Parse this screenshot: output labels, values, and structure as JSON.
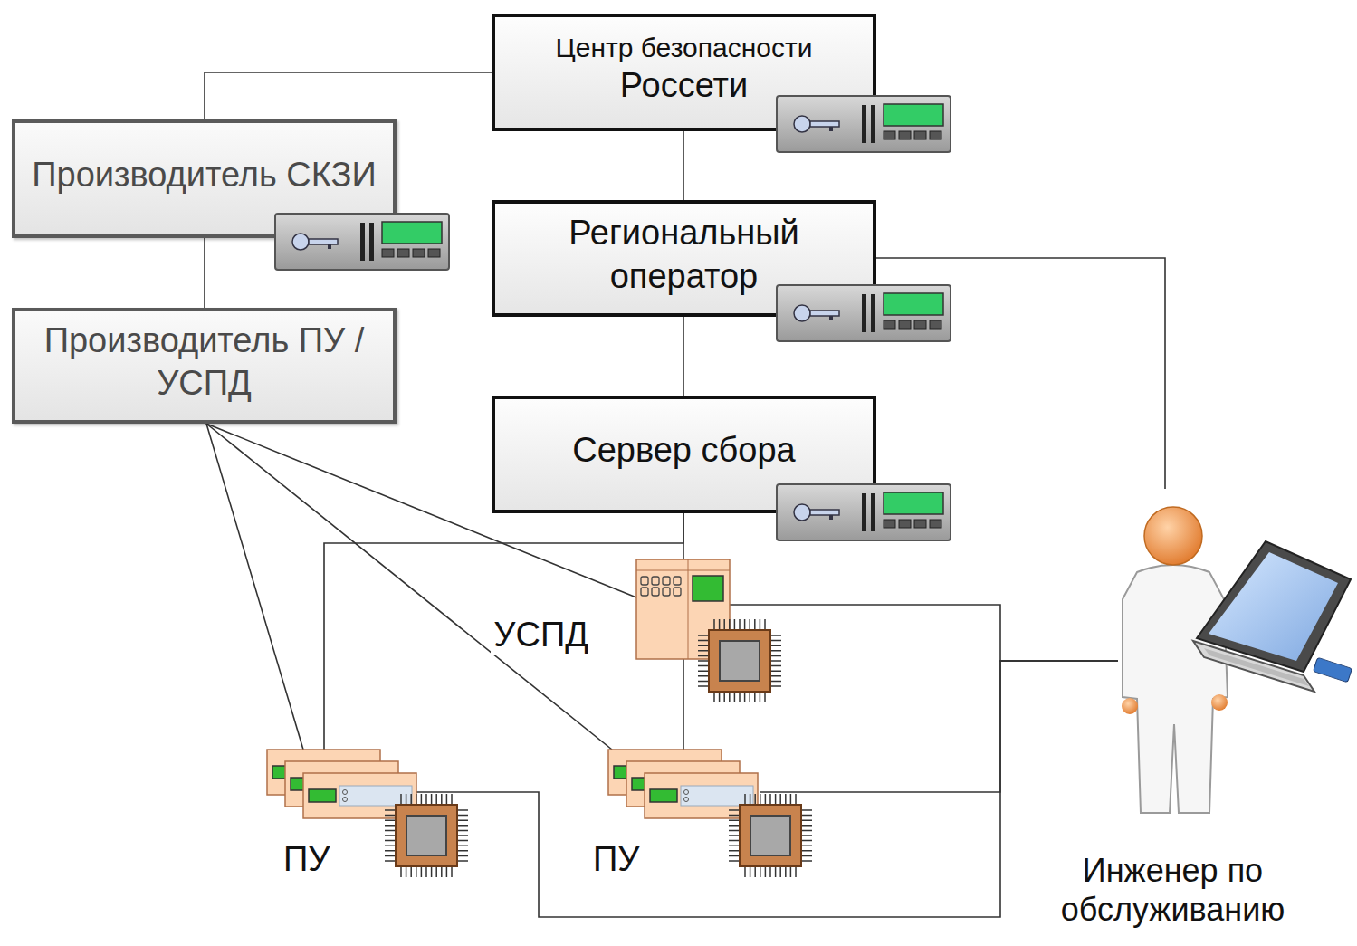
{
  "diagram": {
    "nodes": [
      {
        "text": [
          "Центр безопасности",
          "Россети"
        ]
      },
      {
        "text": [
          "Производитель СКЗИ"
        ]
      },
      {
        "text": [
          "Производитель ПУ / УСПД"
        ]
      },
      {
        "text": [
          "Региональный оператор"
        ]
      },
      {
        "text": [
          "Сервер сбора"
        ]
      },
      {
        "text": [
          "УСПД"
        ]
      },
      {
        "text": [
          "ПУ"
        ]
      },
      {
        "text": [
          "ПУ"
        ]
      },
      {
        "text": [
          "Инженер по обслуживанию"
        ]
      }
    ],
    "edges": [
      {
        "from": 0,
        "to": 1,
        "arrow": "none"
      },
      {
        "from": 0,
        "to": 3,
        "arrow": "none"
      },
      {
        "from": 1,
        "to": 2,
        "arrow": "none"
      },
      {
        "from": 3,
        "to": 4,
        "arrow": "none"
      },
      {
        "from": 3,
        "to": 8,
        "arrow": "none"
      },
      {
        "from": 4,
        "to": 5,
        "arrow": "none"
      },
      {
        "from": 4,
        "to": 6,
        "arrow": "none"
      },
      {
        "from": 5,
        "to": 7,
        "arrow": "none"
      },
      {
        "from": 2,
        "to": 6,
        "arrow": "none"
      },
      {
        "from": 2,
        "to": 7,
        "arrow": "none"
      },
      {
        "from": 2,
        "to": 5,
        "arrow": "none"
      },
      {
        "from": 8,
        "to": 5,
        "arrow": "none"
      },
      {
        "from": 8,
        "to": 7,
        "arrow": "none"
      },
      {
        "from": 8,
        "to": 6,
        "arrow": "none"
      }
    ]
  }
}
